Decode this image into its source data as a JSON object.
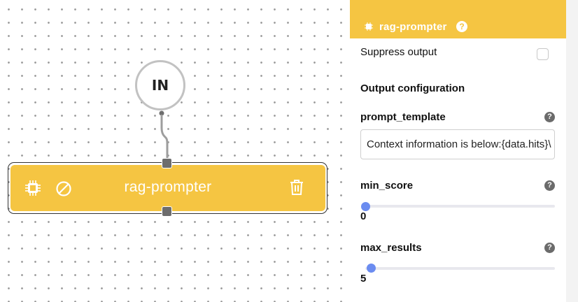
{
  "canvas": {
    "input_node_label": "IN",
    "node": {
      "title": "rag-prompter",
      "icons": [
        "chip-icon",
        "ban-icon",
        "trash-icon"
      ]
    }
  },
  "panel": {
    "title": "rag-prompter",
    "help_glyph": "?",
    "suppress_output": {
      "label": "Suppress output",
      "checked": false
    },
    "section_title": "Output configuration",
    "prompt_template": {
      "label": "prompt_template",
      "value": "Context information is below:{data.hits}\\"
    },
    "min_score": {
      "label": "min_score",
      "value": "0",
      "fraction": 0.0
    },
    "max_results": {
      "label": "max_results",
      "value": "5",
      "fraction": 0.035
    },
    "help_q": "?"
  },
  "colors": {
    "accent": "#f5c542",
    "slider": "#6b8cf0",
    "handle": "#6d6d6d"
  }
}
